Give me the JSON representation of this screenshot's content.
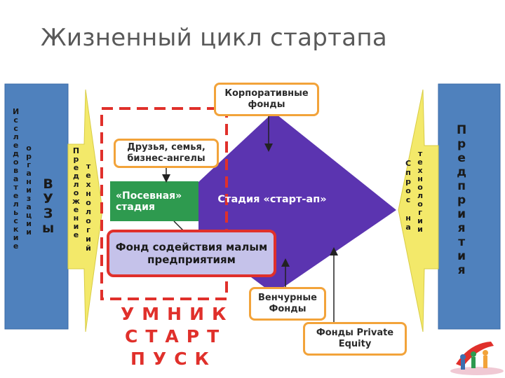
{
  "title": "Жизненный цикл стартапа",
  "left_panel": {
    "col1": "Исследовательские",
    "col2": "организации",
    "vuzy": "ВУЗы"
  },
  "left_arrow": {
    "col1": "Предложение",
    "col2": "технологий"
  },
  "right_arrow": {
    "col1": "Спрос на",
    "col2": "технологии"
  },
  "right_panel": {
    "label": "Предприятия"
  },
  "corporate_funds": "Корпоративные фонды",
  "friends_family": "Друзья, семья, бизнес-ангелы",
  "seed_stage": "«Посевная» стадия",
  "startup_stage": "Стадия «старт-ап»",
  "support_fund": "Фонд содействия малым предприятиям",
  "venture_funds": "Венчурные Фонды",
  "private_equity": "Фонды Private Equity",
  "programs": [
    "УМНИК",
    "СТАРТ",
    "ПУСК"
  ],
  "colors": {
    "panel_blue": "#4f81bd",
    "arrow_yellow": "#f3e96a",
    "funnel_purple": "#5b34b0",
    "seed_green": "#2e9a4f",
    "support_lavender": "#c5c2ea",
    "accent_red": "#e0302b",
    "box_orange": "#f2a33a"
  }
}
